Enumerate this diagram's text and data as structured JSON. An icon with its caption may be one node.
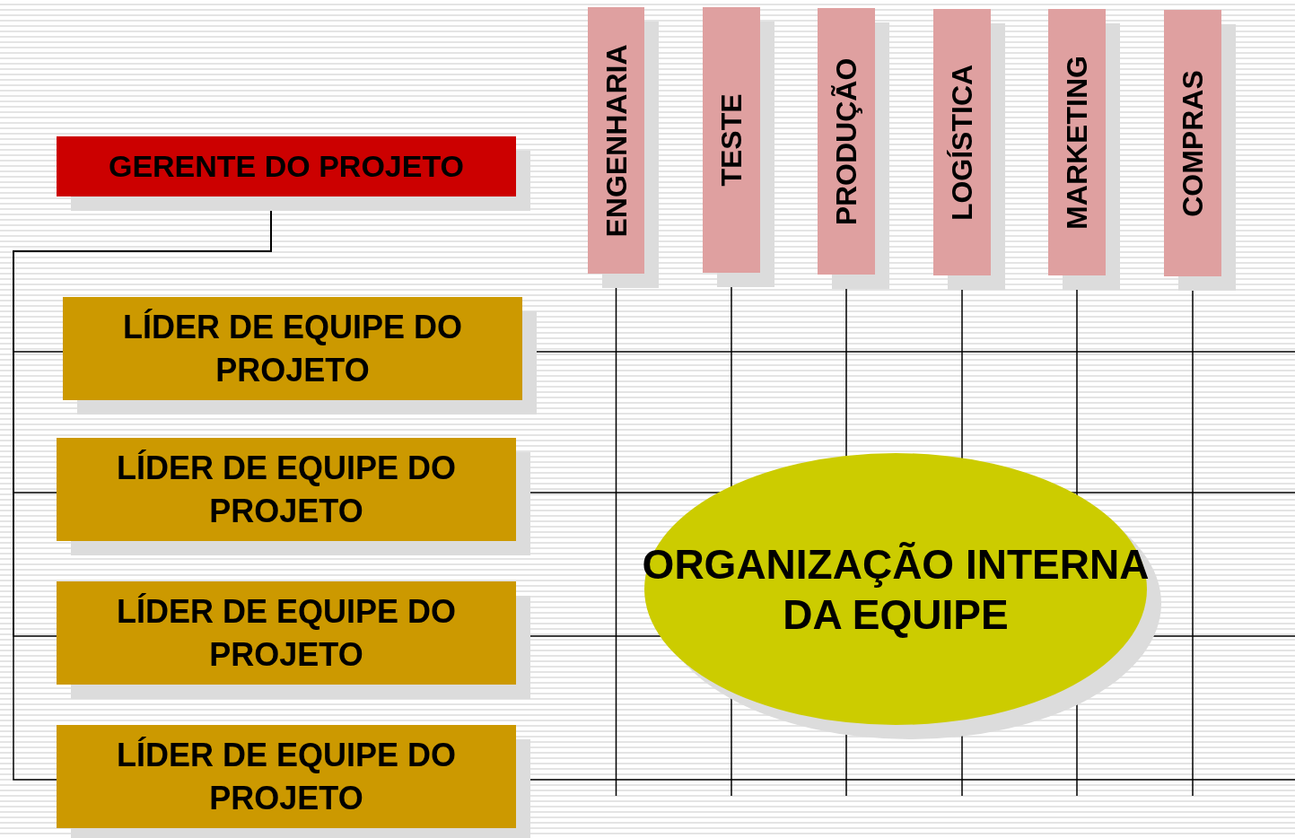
{
  "diagram": {
    "nodes": [
      {
        "text": [
          "GERENTE DO PROJETO"
        ]
      },
      {
        "text": [
          "LÍDER DE EQUIPE DO PROJETO"
        ]
      },
      {
        "text": [
          "LÍDER DE EQUIPE DO PROJETO"
        ]
      },
      {
        "text": [
          "LÍDER DE EQUIPE DO PROJETO"
        ]
      },
      {
        "text": [
          "LÍDER DE EQUIPE DO PROJETO"
        ]
      },
      {
        "text": [
          "ENGENHARIA"
        ]
      },
      {
        "text": [
          "TESTE"
        ]
      },
      {
        "text": [
          "PRODUÇÃO"
        ]
      },
      {
        "text": [
          "LOGÍSTICA"
        ]
      },
      {
        "text": [
          "MARKETING"
        ]
      },
      {
        "text": [
          "COMPRAS"
        ]
      },
      {
        "text": [
          "ORGANIZAÇÃO INTERNA DA EQUIPE"
        ]
      }
    ],
    "edges": [
      {
        "from": 0,
        "to": 1,
        "arrow": "none"
      },
      {
        "from": 0,
        "to": 2,
        "arrow": "none"
      },
      {
        "from": 0,
        "to": 3,
        "arrow": "none"
      },
      {
        "from": 0,
        "to": 4,
        "arrow": "none"
      },
      {
        "from": 1,
        "to": null,
        "arrow": "none"
      },
      {
        "from": 2,
        "to": null,
        "arrow": "none"
      },
      {
        "from": 3,
        "to": null,
        "arrow": "none"
      },
      {
        "from": 4,
        "to": null,
        "arrow": "none"
      },
      {
        "from": 5,
        "to": null,
        "arrow": "none"
      },
      {
        "from": 6,
        "to": null,
        "arrow": "none"
      },
      {
        "from": 7,
        "to": null,
        "arrow": "none"
      },
      {
        "from": 8,
        "to": null,
        "arrow": "none"
      },
      {
        "from": 9,
        "to": null,
        "arrow": "none"
      },
      {
        "from": 10,
        "to": null,
        "arrow": "none"
      }
    ]
  }
}
